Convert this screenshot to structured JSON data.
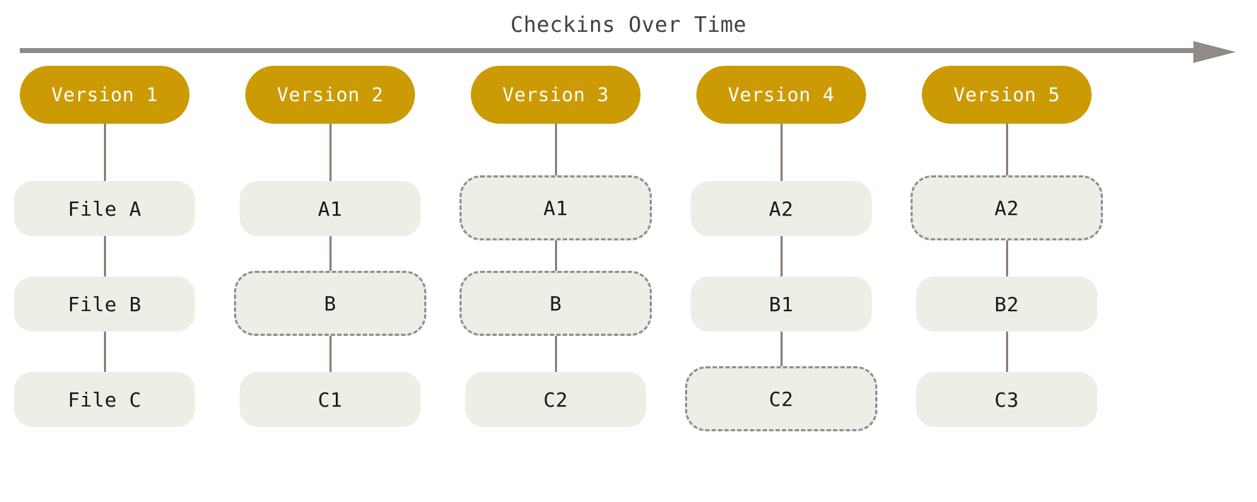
{
  "timeline": {
    "title": "Checkins Over Time",
    "arrow_icon": "right-arrow-icon",
    "arrow_color": "#918b85"
  },
  "theme": {
    "version_fill": "#cc9a02",
    "version_text": "#ffffff",
    "file_fill": "#eeeee6",
    "file_text": "#18181a",
    "dashed_border": "#8e8e8e",
    "connector": "#8a8178",
    "title_text": "#46403b",
    "background": "#ffffff"
  },
  "columns": [
    {
      "version_label": "Version 1",
      "files": [
        {
          "label": "File A",
          "style": "solid"
        },
        {
          "label": "File B",
          "style": "solid"
        },
        {
          "label": "File C",
          "style": "solid"
        }
      ]
    },
    {
      "version_label": "Version 2",
      "files": [
        {
          "label": "A1",
          "style": "solid"
        },
        {
          "label": "B",
          "style": "dashed"
        },
        {
          "label": "C1",
          "style": "solid"
        }
      ]
    },
    {
      "version_label": "Version 3",
      "files": [
        {
          "label": "A1",
          "style": "dashed"
        },
        {
          "label": "B",
          "style": "dashed"
        },
        {
          "label": "C2",
          "style": "solid"
        }
      ]
    },
    {
      "version_label": "Version 4",
      "files": [
        {
          "label": "A2",
          "style": "solid"
        },
        {
          "label": "B1",
          "style": "solid"
        },
        {
          "label": "C2",
          "style": "dashed"
        }
      ]
    },
    {
      "version_label": "Version 5",
      "files": [
        {
          "label": "A2",
          "style": "dashed"
        },
        {
          "label": "B2",
          "style": "solid"
        },
        {
          "label": "C3",
          "style": "solid"
        }
      ]
    }
  ]
}
